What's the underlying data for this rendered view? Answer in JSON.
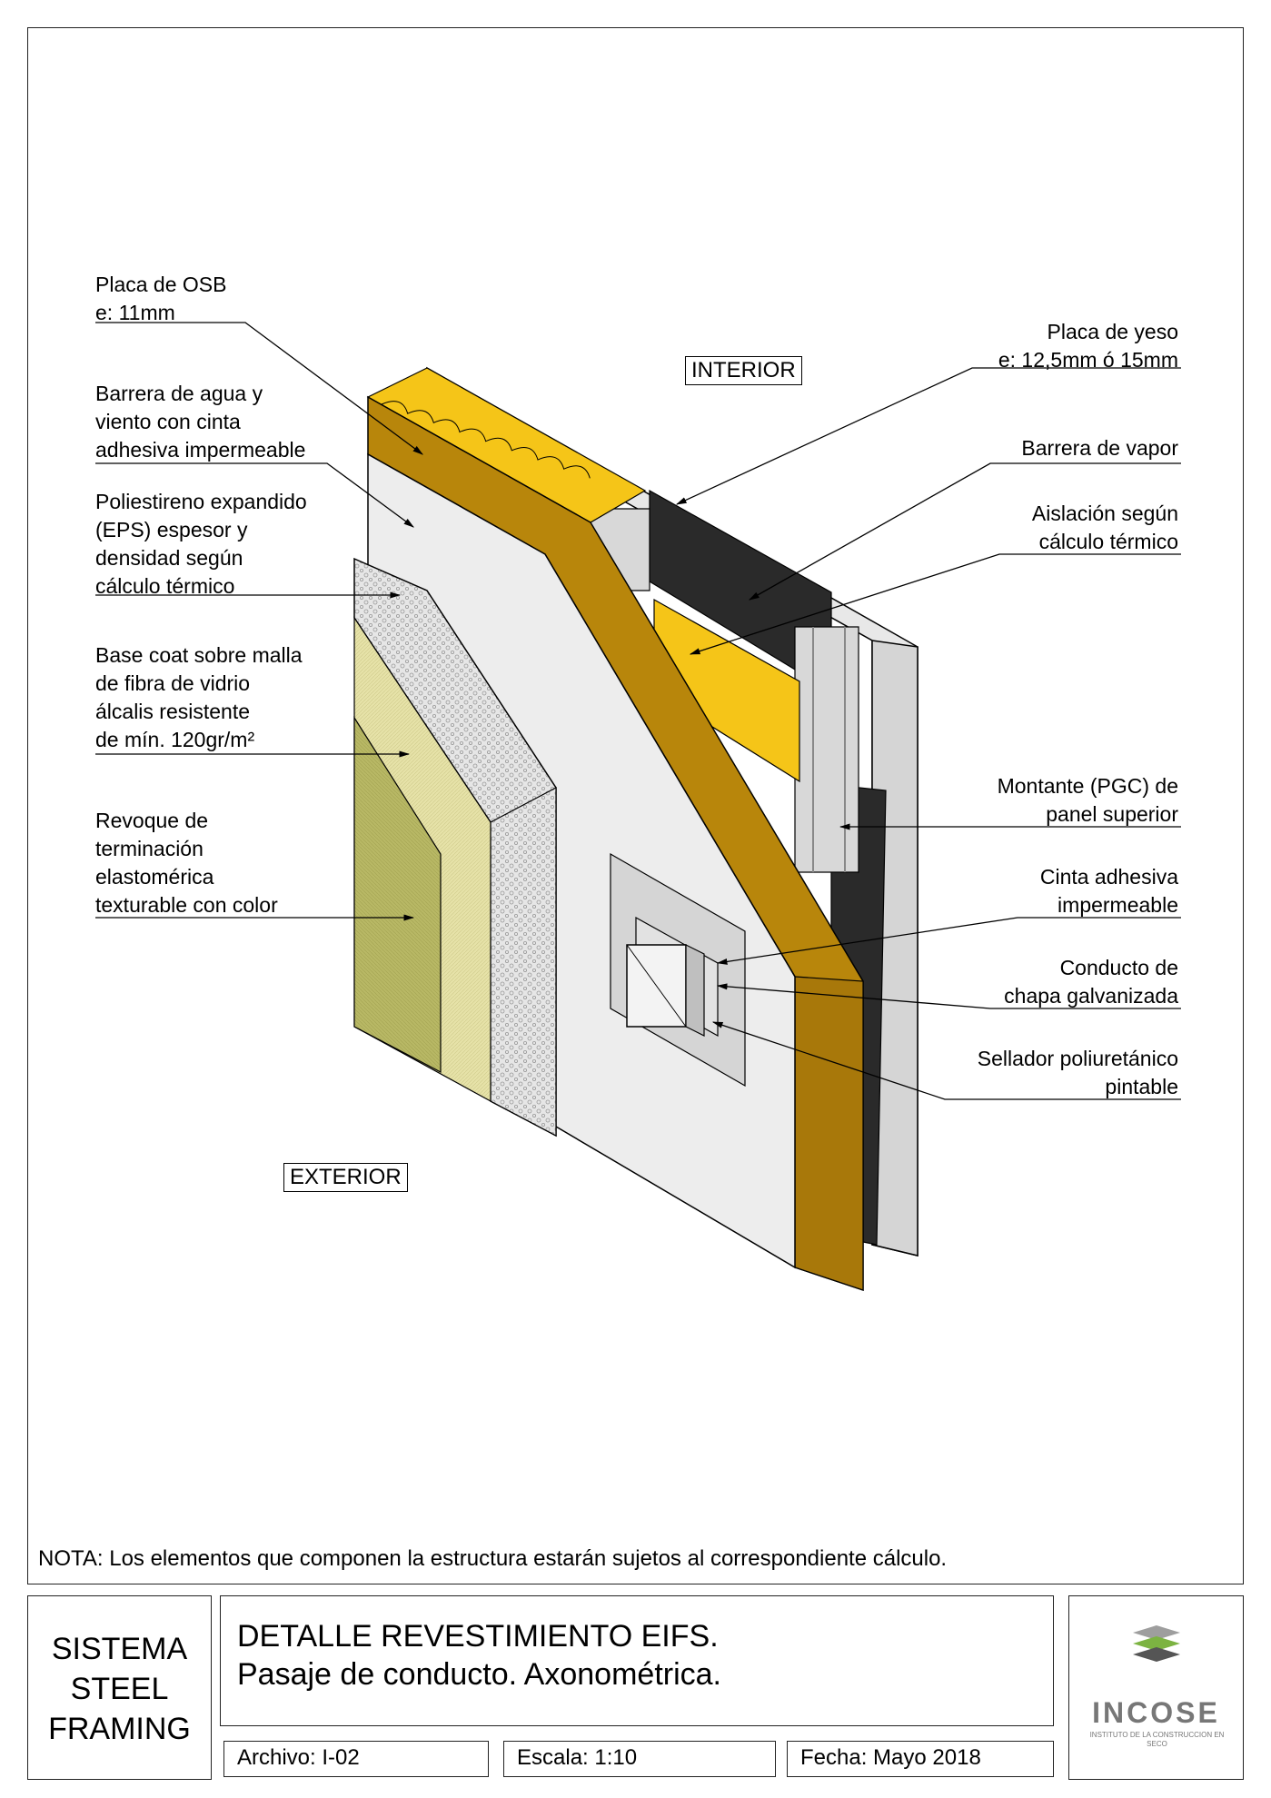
{
  "labels": {
    "left": [
      {
        "lines": [
          "Placa de OSB",
          "e: 11mm"
        ]
      },
      {
        "lines": [
          "Barrera de agua y",
          "viento con cinta",
          "adhesiva impermeable"
        ]
      },
      {
        "lines": [
          "Poliestireno expandido",
          "(EPS) espesor y",
          "densidad según",
          "cálculo térmico"
        ]
      },
      {
        "lines": [
          "Base coat sobre malla",
          "de fibra de vidrio",
          "álcalis resistente",
          "de mín. 120gr/m²"
        ]
      },
      {
        "lines": [
          "Revoque de",
          "terminación",
          "elastomérica",
          "texturable con color"
        ]
      }
    ],
    "right": [
      {
        "lines": [
          "Placa de yeso",
          "e: 12,5mm ó 15mm"
        ]
      },
      {
        "lines": [
          "Barrera de vapor"
        ]
      },
      {
        "lines": [
          "Aislación según",
          "cálculo térmico"
        ]
      },
      {
        "lines": [
          "Montante (PGC) de",
          "panel superior"
        ]
      },
      {
        "lines": [
          "Cinta adhesiva",
          "impermeable"
        ]
      },
      {
        "lines": [
          "Conducto de",
          "chapa galvanizada"
        ]
      },
      {
        "lines": [
          "Sellador poliuretánico",
          "pintable"
        ]
      }
    ]
  },
  "tags": {
    "interior": "INTERIOR",
    "exterior": "EXTERIOR"
  },
  "note": "NOTA: Los elementos que componen la estructura estarán sujetos al correspondiente cálculo.",
  "title_block": {
    "system": [
      "SISTEMA",
      "STEEL",
      "FRAMING"
    ],
    "title_line1": "DETALLE REVESTIMIENTO EIFS.",
    "title_line2": "Pasaje de conducto. Axonométrica.",
    "archivo": "Archivo: I-02",
    "escala": "Escala: 1:10",
    "fecha": "Fecha: Mayo 2018",
    "logo_text": "INCOSE",
    "logo_sub": "INSTITUTO DE LA CONSTRUCCION EN SECO"
  },
  "colors": {
    "osb": "#B8860B",
    "insulation": "#F5C518",
    "gypsum": "#EDEDED",
    "eps": "#E6E6E6",
    "basecoat": "#E6E2A8",
    "finish": "#B8B865",
    "vapor": "#2A2A2A",
    "steel": "#D8D8D8"
  }
}
